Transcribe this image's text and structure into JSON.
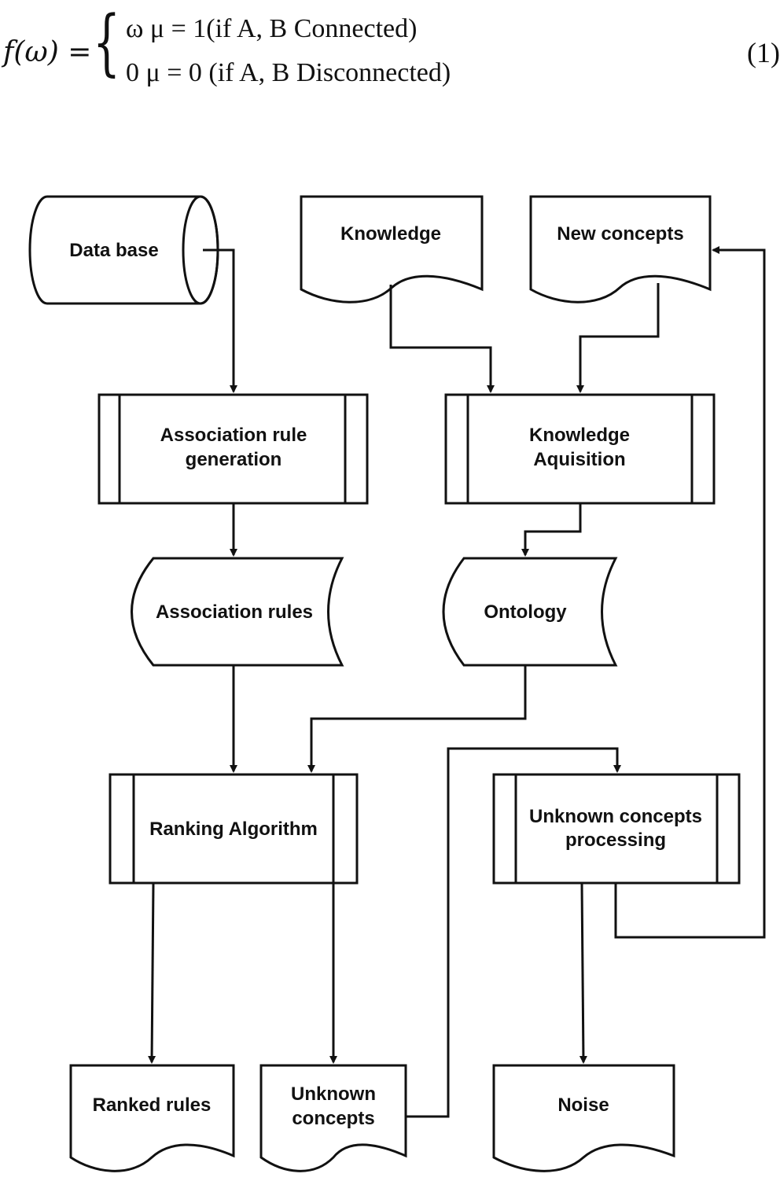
{
  "equation": {
    "lhs": "f(ω) =",
    "case1": "ω    μ = 1(if    A, B Connected)",
    "case2": "0    μ = 0  (if    A, B Disconnected)",
    "number": "(1)"
  },
  "nodes": {
    "database": "Data base",
    "knowledge": "Knowledge",
    "new_concepts": "New concepts",
    "assoc_gen": [
      "Association rule",
      "generation"
    ],
    "knowledge_acq": [
      "Knowledge",
      "Aquisition"
    ],
    "assoc_rules": "Association rules",
    "ontology": "Ontology",
    "ranking": "Ranking Algorithm",
    "unknown_proc": [
      "Unknown concepts",
      "processing"
    ],
    "ranked_rules": "Ranked rules",
    "unknown_concepts": [
      "Unknown",
      "concepts"
    ],
    "noise": "Noise"
  }
}
